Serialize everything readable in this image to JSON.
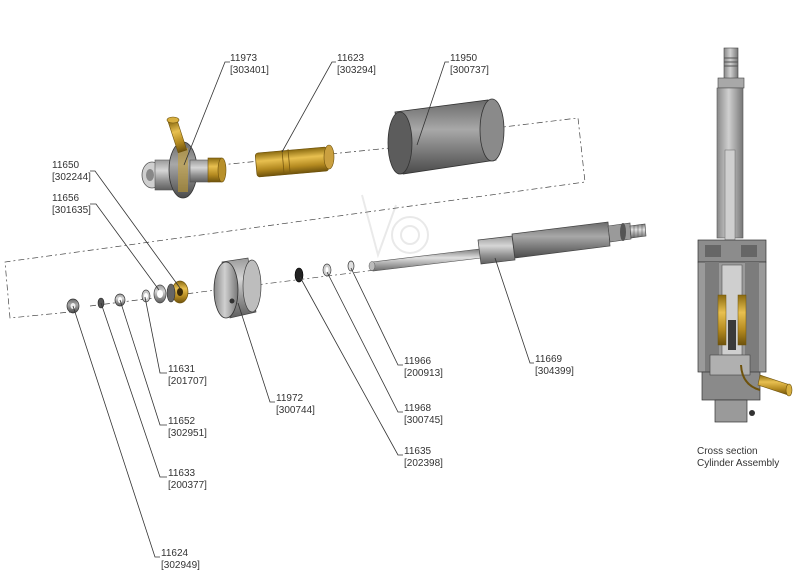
{
  "diagram": {
    "callouts": [
      {
        "part": "11973",
        "ref": "[303401]"
      },
      {
        "part": "11623",
        "ref": "[303294]"
      },
      {
        "part": "11950",
        "ref": "[300737]"
      },
      {
        "part": "11650",
        "ref": "[302244]"
      },
      {
        "part": "11656",
        "ref": "[301635]"
      },
      {
        "part": "11631",
        "ref": "[201707]"
      },
      {
        "part": "11652",
        "ref": "[302951]"
      },
      {
        "part": "11633",
        "ref": "[200377]"
      },
      {
        "part": "11624",
        "ref": "[302949]"
      },
      {
        "part": "11972",
        "ref": "[300744]"
      },
      {
        "part": "11966",
        "ref": "[200913]"
      },
      {
        "part": "11968",
        "ref": "[300745]"
      },
      {
        "part": "11635",
        "ref": "[202398]"
      },
      {
        "part": "11669",
        "ref": "[304399]"
      }
    ],
    "caption": {
      "line1": "Cross section",
      "line2": "Cylinder Assembly"
    }
  }
}
